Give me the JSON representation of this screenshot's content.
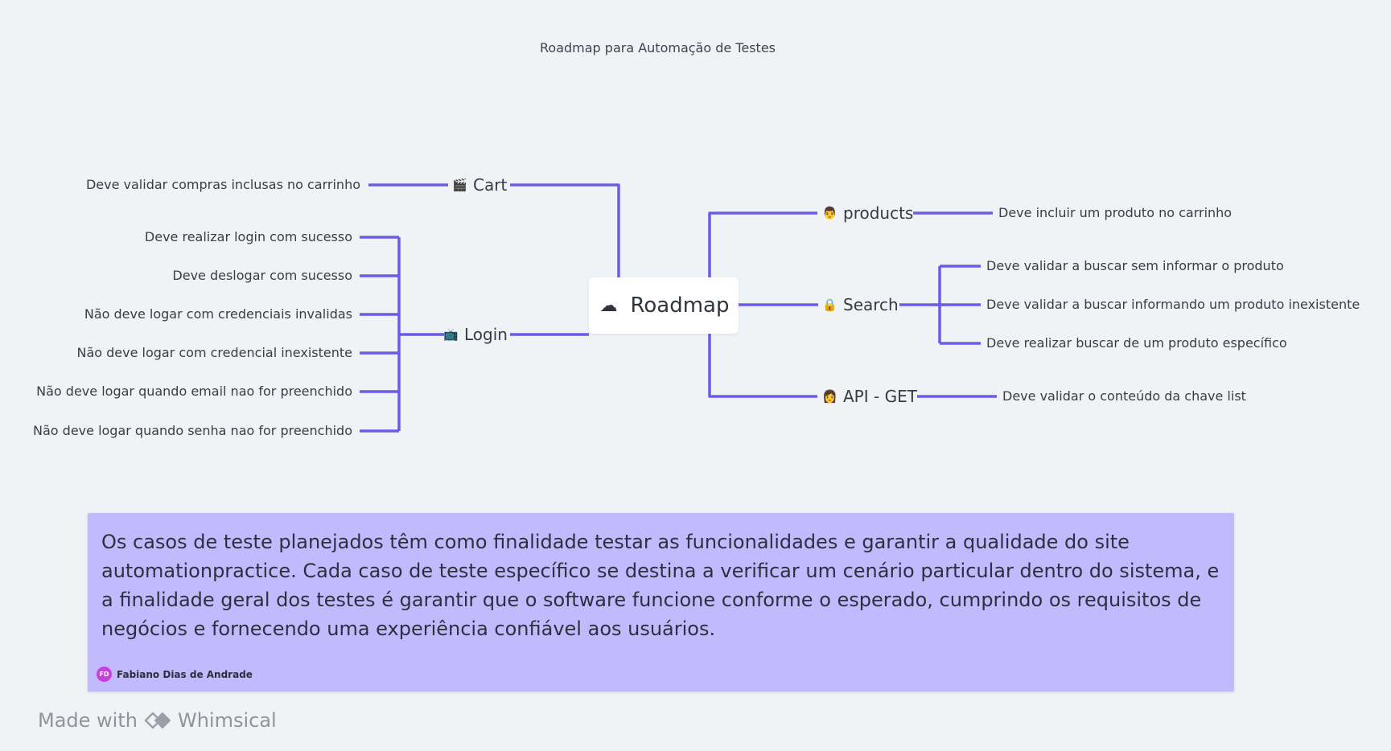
{
  "board_title": "Roadmap para Automação de Testes",
  "root": {
    "label": "Roadmap",
    "icon": "cloud-emoji-icon"
  },
  "branches": {
    "cart": {
      "label": "Cart",
      "icon": "clapperboard-emoji-icon",
      "items": [
        "Deve validar compras inclusas no carrinho"
      ]
    },
    "login": {
      "label": "Login",
      "icon": "television-emoji-icon",
      "items": [
        "Deve realizar login com sucesso",
        "Deve deslogar com sucesso",
        "Não deve logar com credenciais invalidas",
        "Não deve logar com credencial inexistente",
        "Não deve logar quando email nao for preenchido",
        "Não deve logar quando senha nao for preenchido"
      ]
    },
    "products": {
      "label": "products",
      "icon": "person-emoji-icon",
      "items": [
        "Deve incluir um produto no carrinho"
      ]
    },
    "search": {
      "label": "Search",
      "icon": "lock-emoji-icon",
      "items": [
        "Deve validar a buscar sem informar o produto",
        "Deve validar a buscar informando um produto inexistente",
        "Deve realizar buscar de um produto específico"
      ]
    },
    "api": {
      "label": "API - GET",
      "icon": "person-laptop-emoji-icon",
      "items": [
        "Deve validar o conteúdo da chave list"
      ]
    }
  },
  "note": {
    "text": "Os casos de teste planejados têm como finalidade testar as funcionalidades e garantir a qualidade do site automationpractice. Cada caso de teste específico se destina a verificar um cenário particular dentro do sistema, e a finalidade geral dos testes é garantir que o software funcione conforme o esperado, cumprindo os requisitos de negócios e fornecendo uma experiência confiável aos usuários.",
    "author_initials": "FD",
    "author_name": "Fabiano Dias de Andrade",
    "color": "#c1bbfd"
  },
  "footer": {
    "made_with": "Made with",
    "brand": "Whimsical"
  },
  "colors": {
    "connector": "#6b5ce7",
    "background": "#eff3f6"
  }
}
